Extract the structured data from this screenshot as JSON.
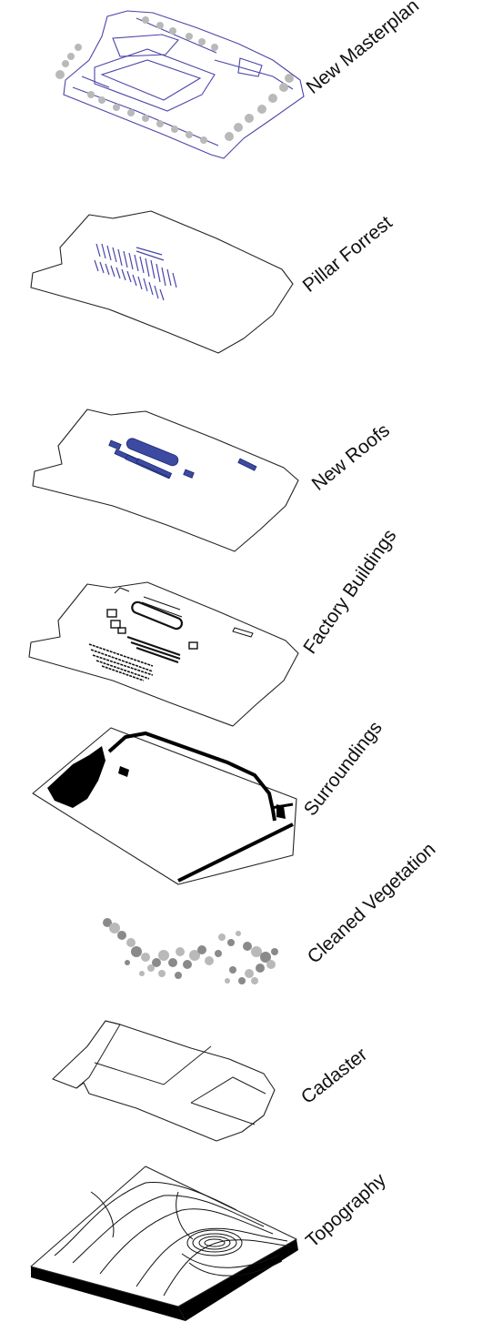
{
  "diagram": {
    "layers": [
      {
        "id": "new-masterplan",
        "label": "New Masterplan"
      },
      {
        "id": "pillar-forrest",
        "label": "Pillar Forrest"
      },
      {
        "id": "new-roofs",
        "label": "New Roofs"
      },
      {
        "id": "factory-buildings",
        "label": "Factory Buildings"
      },
      {
        "id": "surroundings",
        "label": "Surroundings"
      },
      {
        "id": "cleaned-vegetation",
        "label": "Cleaned Vegetation"
      },
      {
        "id": "cadaster",
        "label": "Cadaster"
      },
      {
        "id": "topography",
        "label": "Topography"
      }
    ]
  },
  "colors": {
    "plan_accent": "#4a45a8",
    "roof_fill": "#3c4aa2",
    "ink": "#111111",
    "vegetation": "#9a9a9a"
  }
}
